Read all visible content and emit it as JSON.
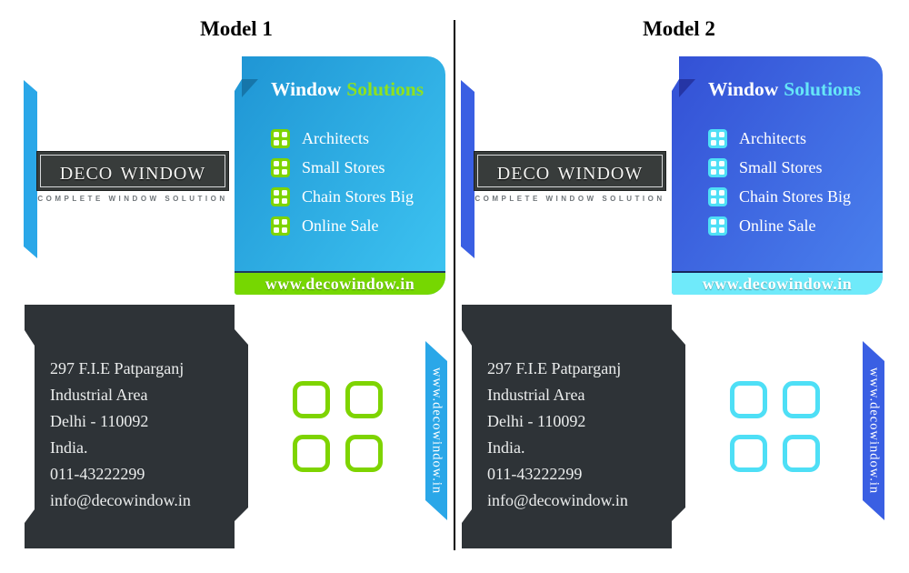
{
  "page": {
    "background": "#ffffff",
    "divider_color": "#000000"
  },
  "model1": {
    "title": "Model 1",
    "colors": {
      "card_gradient_start": "#1f95d4",
      "card_gradient_end": "#3ec5f2",
      "accent_green": "#7ed400",
      "title_accent": "#8fe11e",
      "strip": "#76d701",
      "ribbon_blue": "#2aa7e8",
      "back_card": "#2e3337"
    },
    "front": {
      "title_primary": "Window",
      "title_accent": "Solutions",
      "items": [
        "Architects",
        "Small Stores",
        "Chain Stores Big",
        "Online Sale"
      ],
      "website": "www.decowindow.in"
    },
    "logo": {
      "name": "Deco Window",
      "tagline": "COMPLETE WINDOW SOLUTION"
    },
    "back": {
      "address_lines": [
        "297 F.I.E Patparganj",
        "Industrial Area",
        "Delhi - 110092",
        "India.",
        "011-43222299",
        "info@decowindow.in"
      ],
      "ribbon_text": "www.decowindow.in"
    }
  },
  "model2": {
    "title": "Model 2",
    "colors": {
      "card_gradient_start": "#3350d5",
      "card_gradient_end": "#4b82ee",
      "accent_cyan": "#4edff6",
      "title_accent": "#66e6f8",
      "strip": "#6feafa",
      "ribbon_blue": "#3a5fe3",
      "back_card": "#2e3337"
    },
    "front": {
      "title_primary": "Window",
      "title_accent": "Solutions",
      "items": [
        "Architects",
        "Small Stores",
        "Chain Stores Big",
        "Online Sale"
      ],
      "website": "www.decowindow.in"
    },
    "logo": {
      "name": "Deco Window",
      "tagline": "COMPLETE WINDOW SOLUTION"
    },
    "back": {
      "address_lines": [
        "297 F.I.E Patparganj",
        "Industrial Area",
        "Delhi - 110092",
        "India.",
        "011-43222299",
        "info@decowindow.in"
      ],
      "ribbon_text": "www.decowindow.in"
    }
  }
}
